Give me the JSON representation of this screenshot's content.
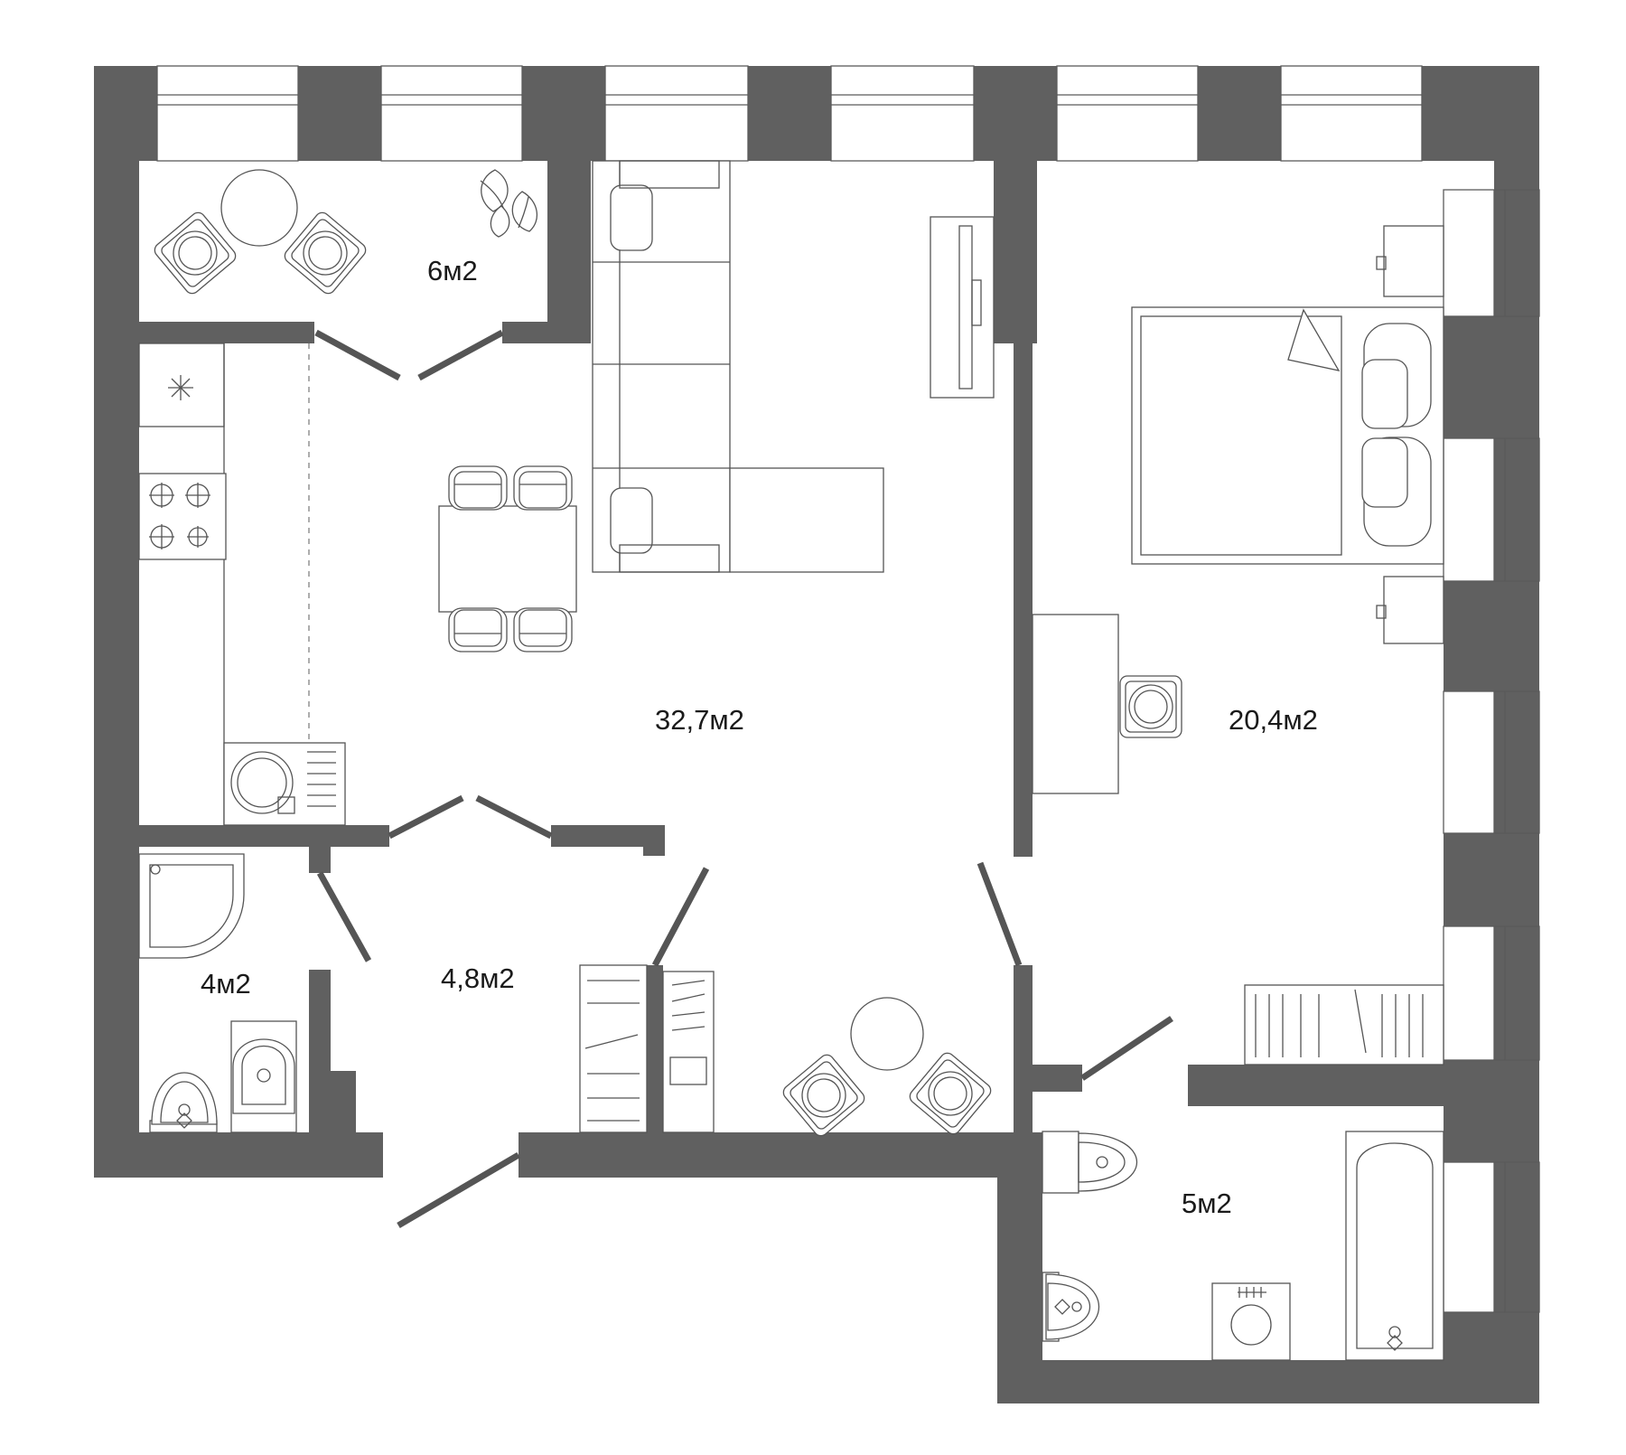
{
  "rooms": [
    {
      "id": "balcony",
      "area_label": "6м2"
    },
    {
      "id": "kitchen-living",
      "area_label": "32,7м2"
    },
    {
      "id": "bedroom",
      "area_label": "20,4м2"
    },
    {
      "id": "bathroom-small",
      "area_label": "4м2"
    },
    {
      "id": "hallway",
      "area_label": "4,8м2"
    },
    {
      "id": "bathroom-large",
      "area_label": "5м2"
    }
  ],
  "colors": {
    "wall": "#606060",
    "line": "#555555",
    "background": "#ffffff"
  }
}
